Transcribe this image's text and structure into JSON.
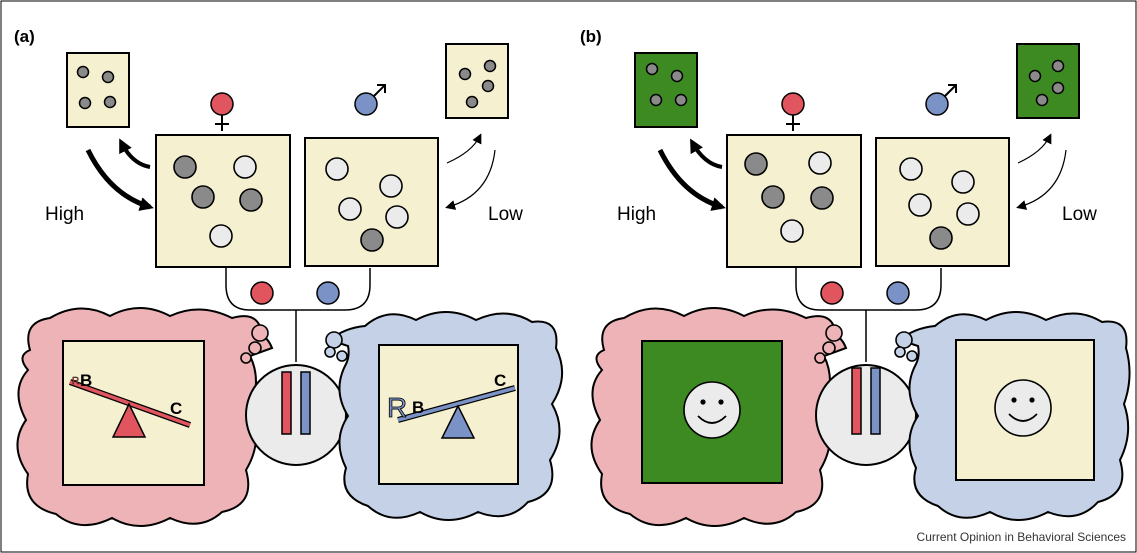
{
  "panels": [
    {
      "label": "(a)",
      "female_symbol": "♀",
      "male_symbol": "♂",
      "left_label": "High",
      "right_label": "Low",
      "bottom_style": "seesaw",
      "seesaw_female": {
        "R": "R",
        "B": "B",
        "C": "C"
      },
      "seesaw_male": {
        "R": "R",
        "B": "B",
        "C": "C"
      }
    },
    {
      "label": "(b)",
      "female_symbol": "♀",
      "male_symbol": "♂",
      "left_label": "High",
      "right_label": "Low",
      "bottom_style": "smiley"
    }
  ],
  "credit": "Current Opinion in Behavioral Sciences",
  "colors": {
    "female": "#e0555e",
    "male": "#7b92c6",
    "cream": "#f5f0cf",
    "green": "#3d8a22",
    "female_cloud": "#eeb3b6",
    "male_cloud": "#c5d1e6",
    "dark_dot": "#8a8a8a",
    "light_dot": "#ebebeb"
  }
}
